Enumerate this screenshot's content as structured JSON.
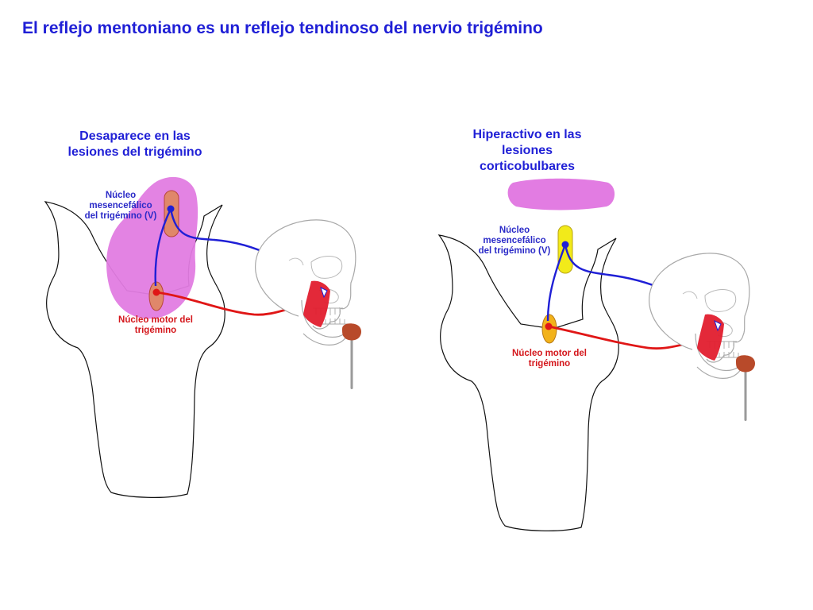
{
  "title": "El reflejo mentoniano es un reflejo tendinoso del nervio trigémino",
  "panels": [
    {
      "caption": "Desaparece en las lesiones del trigémino",
      "mesencephalic_label": "Núcleo mesencefálico del trigémino (V)",
      "motor_label": "Núcleo motor del trigémino"
    },
    {
      "caption": "Hiperactivo en las lesiones corticobulbares",
      "mesencephalic_label": "Núcleo mesencefálico del trigémino (V)",
      "motor_label": "Núcleo motor del trigémino"
    }
  ],
  "colors": {
    "title": "#1f1fd6",
    "sensory_pathway": "#1f1fd6",
    "motor_pathway": "#e01616",
    "lesion_area": "#e27ce2",
    "mesencephalic_nucleus_left": "#e0876a",
    "mesencephalic_nucleus_right": "#f2ea1a",
    "motor_nucleus_right": "#f2b21a",
    "masseter_muscle": "#e21e2e",
    "reflex_hammer": "#b84a2a"
  }
}
